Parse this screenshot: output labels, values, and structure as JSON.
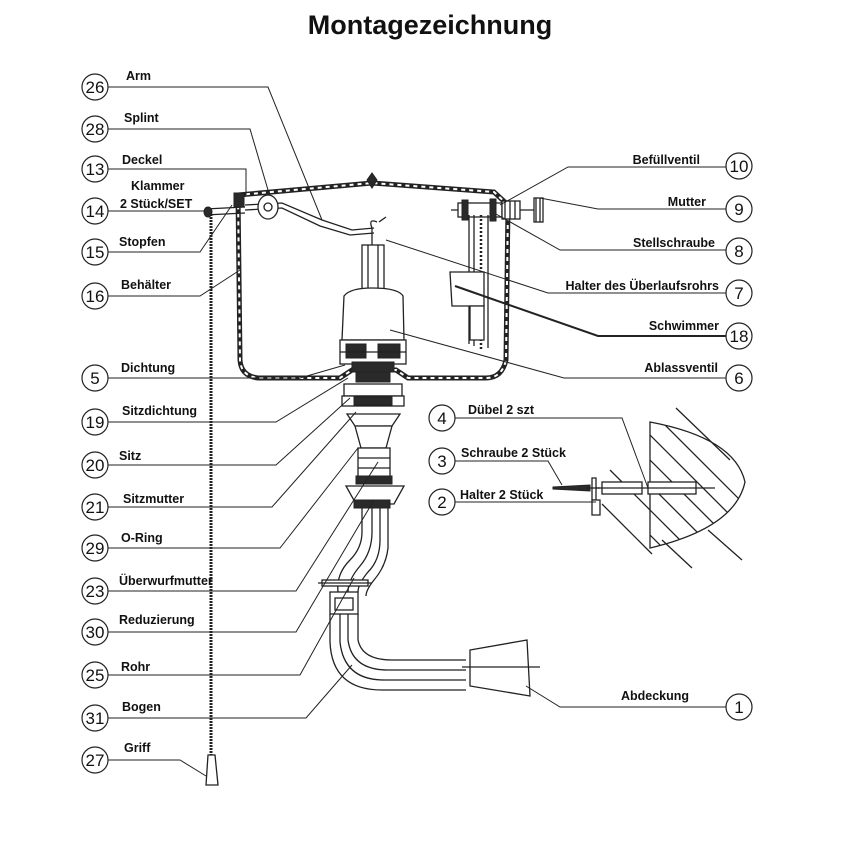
{
  "title": "Montagezeichnung",
  "callouts": [
    {
      "num": "26",
      "label": "Arm"
    },
    {
      "num": "28",
      "label": "Splint"
    },
    {
      "num": "13",
      "label": "Deckel"
    },
    {
      "num": "14",
      "label": "Klammer",
      "label2": "2 Stück/SET"
    },
    {
      "num": "15",
      "label": "Stopfen"
    },
    {
      "num": "16",
      "label": "Behälter"
    },
    {
      "num": "5",
      "label": "Dichtung"
    },
    {
      "num": "19",
      "label": "Sitzdichtung"
    },
    {
      "num": "20",
      "label": "Sitz"
    },
    {
      "num": "21",
      "label": "Sitzmutter"
    },
    {
      "num": "29",
      "label": "O-Ring"
    },
    {
      "num": "23",
      "label": "Überwurfmutter"
    },
    {
      "num": "30",
      "label": "Reduzierung"
    },
    {
      "num": "25",
      "label": "Rohr"
    },
    {
      "num": "31",
      "label": "Bogen"
    },
    {
      "num": "27",
      "label": "Griff"
    },
    {
      "num": "10",
      "label": "Befüllventil"
    },
    {
      "num": "9",
      "label": "Mutter"
    },
    {
      "num": "8",
      "label": "Stellschraube"
    },
    {
      "num": "7",
      "label": "Halter des Überlaufsrohrs"
    },
    {
      "num": "18",
      "label": "Schwimmer"
    },
    {
      "num": "6",
      "label": "Ablassventil"
    },
    {
      "num": "4",
      "label": "Dübel 2 szt"
    },
    {
      "num": "3",
      "label": "Schraube 2 Stück"
    },
    {
      "num": "2",
      "label": "Halter 2 Stück"
    },
    {
      "num": "1",
      "label": "Abdeckung"
    }
  ]
}
